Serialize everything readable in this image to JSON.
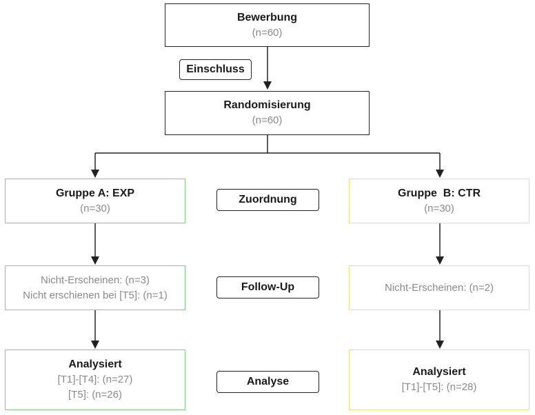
{
  "top": {
    "title": "Bewerbung",
    "n": "(n=60)"
  },
  "inclusion_label": "Einschluss",
  "randomization": {
    "title": "Randomisierung",
    "n": "(n=60)"
  },
  "group_a": {
    "title": "Gruppe A: EXP",
    "n": "(n=30)",
    "followup_line1": "Nicht-Erscheinen: (n=3)",
    "followup_line2": "Nicht erschienen bei [T5]: (n=1)",
    "analysis_title": "Analysiert",
    "analysis_line1": "[T1]-[T4]: (n=27)",
    "analysis_line2": "[T5]: (n=26)"
  },
  "group_b": {
    "title": "Gruppe  B: CTR",
    "n": "(n=30)",
    "followup_line1": "Nicht-Erscheinen: (n=2)",
    "analysis_title": "Analysiert",
    "analysis_line1": "[T1]-[T5]: (n=28)"
  },
  "stages": {
    "assignment": "Zuordnung",
    "followup": "Follow-Up",
    "analysis": "Analyse"
  },
  "colors": {
    "group_a_border": "#79d279",
    "group_b_border": "#f0e07a",
    "main_border": "#222222"
  }
}
